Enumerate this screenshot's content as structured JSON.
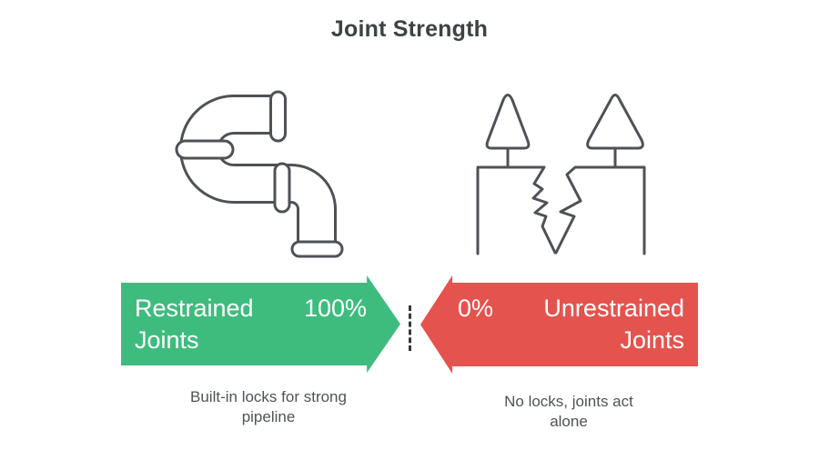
{
  "title": "Joint Strength",
  "colors": {
    "green": "#3ebc7e",
    "red": "#e5534e",
    "line": "#4e5256",
    "divider": "#33383b",
    "title_text": "#3d4245",
    "caption_text": "#4f5356"
  },
  "restrained": {
    "icon": "pipe-icon",
    "label": "Restrained\nJoints",
    "value": "100%",
    "caption": "Built-in locks for strong\npipeline"
  },
  "unrestrained": {
    "icon": "cracked-joint-icon",
    "value": "0%",
    "label": "Unrestrained\nJoints",
    "caption": "No locks, joints act\nalone"
  }
}
